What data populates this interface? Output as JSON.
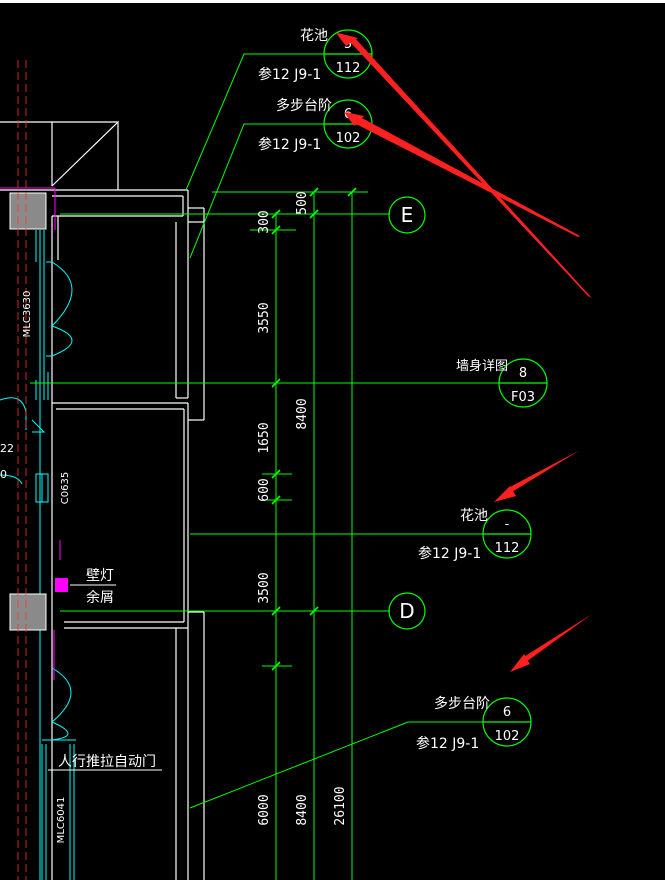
{
  "drawing": {
    "colors": {
      "background": "#000000",
      "wall": "#ffffff",
      "dimension": "#00ff00",
      "window": "#00ffff",
      "pink": "#ff00ff",
      "markup_arrow": "#ff2020",
      "column": "#808080"
    },
    "callouts": [
      {
        "title": "花池",
        "ref": "参12 J9-1",
        "num": "5",
        "page": "112"
      },
      {
        "title": "多步台阶",
        "ref": "参12 J9-1",
        "num": "6",
        "page": "102"
      },
      {
        "title": "墙身详图",
        "num": "8",
        "page": "F03"
      },
      {
        "title": "花池",
        "ref": "参12 J9-1",
        "num": "-",
        "page": "112"
      },
      {
        "title": "多步台阶",
        "ref": "参12 J9-1",
        "num": "6",
        "page": "102"
      }
    ],
    "grid_axes": [
      "E",
      "D"
    ],
    "dimensions": [
      "300",
      "500",
      "3550",
      "1650",
      "600",
      "3500",
      "8400",
      "8400",
      "6000",
      "26100"
    ],
    "room_labels": [
      "壁灯",
      "余屑",
      "人行推拉自动门"
    ],
    "door_window_codes": [
      "MLC3630",
      "C0635",
      "MLC6041"
    ],
    "edge_fragments": [
      "22",
      "0"
    ]
  }
}
